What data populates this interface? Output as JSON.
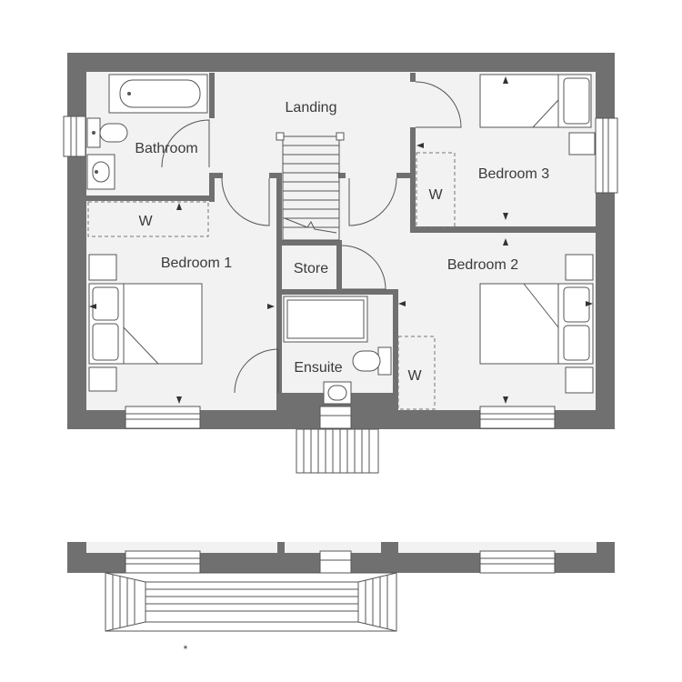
{
  "rooms": {
    "landing": "Landing",
    "bathroom": "Bathroom",
    "bedroom1": "Bedroom 1",
    "bedroom2": "Bedroom 2",
    "bedroom3": "Bedroom 3",
    "store": "Store",
    "ensuite": "Ensuite"
  },
  "wardrobe": "W",
  "footnote": "*",
  "colors": {
    "wall": "#707070",
    "floor": "#f2f2f2",
    "line": "#555555"
  }
}
